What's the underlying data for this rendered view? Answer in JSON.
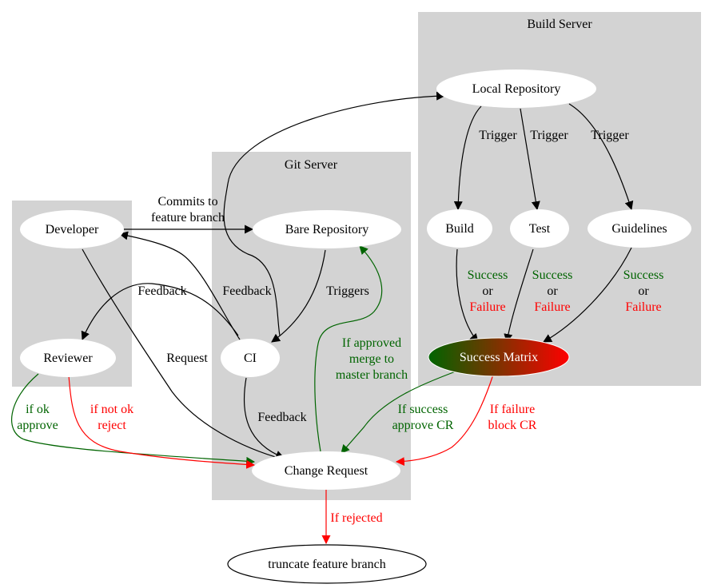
{
  "clusters": {
    "build_server": "Build Server",
    "git_server": "Git Server"
  },
  "nodes": {
    "local_repository": "Local Repository",
    "build": "Build",
    "test": "Test",
    "guidelines": "Guidelines",
    "success_matrix": "Success Matrix",
    "developer": "Developer",
    "reviewer": "Reviewer",
    "bare_repository": "Bare Repository",
    "ci": "CI",
    "change_request": "Change Request",
    "truncate_branch": "truncate feature branch"
  },
  "edges": {
    "commits_1": "Commits to",
    "commits_2": "feature branch",
    "trigger_build": "Trigger",
    "trigger_test": "Trigger",
    "trigger_guidelines": "Trigger",
    "build_success": "Success",
    "build_or": "or",
    "build_failure": "Failure",
    "test_success": "Success",
    "test_or": "or",
    "test_failure": "Failure",
    "guidelines_success": "Success",
    "guidelines_or": "or",
    "guidelines_failure": "Failure",
    "feedback_reviewer": "Feedback",
    "feedback_developer": "Feedback",
    "triggers": "Triggers",
    "request": "Request",
    "approved_1": "If approved",
    "approved_2": "merge to",
    "approved_3": "master branch",
    "feedback_ci": "Feedback",
    "matrix_success_1": "If success",
    "matrix_success_2": "approve CR",
    "matrix_failure_1": "If failure",
    "matrix_failure_2": "block CR",
    "ok_1": "if ok",
    "ok_2": "approve",
    "notok_1": "if not ok",
    "notok_2": "reject",
    "rejected": "If rejected"
  },
  "colors": {
    "cluster_fill": "#d3d3d3",
    "edge_default": "#000000",
    "success_green": "#006400",
    "failure_red": "#ff0000",
    "matrix_gradient_start": "#006400",
    "matrix_gradient_end": "#ff0000"
  }
}
